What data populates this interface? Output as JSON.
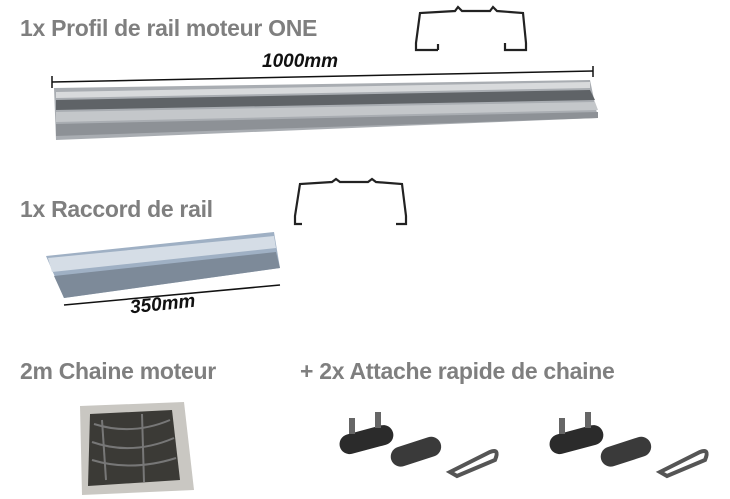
{
  "items": [
    {
      "title": "1x Profil de rail moteur ONE",
      "dimension": "1000mm"
    },
    {
      "title": "1x Raccord de rail",
      "dimension": "350mm"
    },
    {
      "title": "2m Chaine moteur"
    },
    {
      "title": "+ 2x Attache rapide de chaine"
    }
  ],
  "colors": {
    "text": "#7f7f7f",
    "metal": "#a9adb2",
    "dark": "#2a2a2a"
  }
}
